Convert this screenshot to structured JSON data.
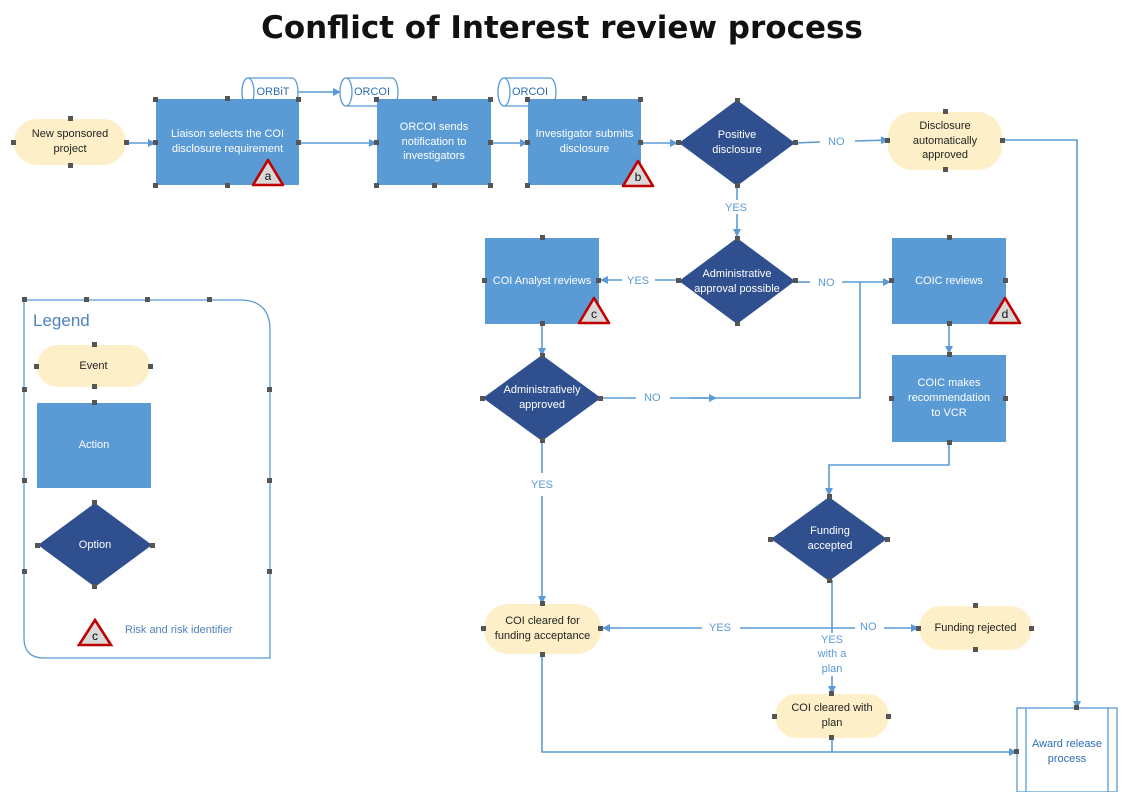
{
  "title": "Conflict of Interest review process",
  "nodes": {
    "new_project": "New sponsored project",
    "liaison": "Liaison selects the COI disclosure requirement",
    "orcoi_sends": "ORCOI sends notification to investigators",
    "investigator_submits": "Investigator submits disclosure",
    "positive": "Positive disclosure",
    "auto_approved": "Disclosure automatically approved",
    "admin_possible": "Administrative approval possible",
    "analyst_reviews": "COI Analyst reviews",
    "coic_reviews": "COIC reviews",
    "admin_approved": "Administratively approved",
    "coic_recommend": "COIC makes recommendation to VCR",
    "funding_accepted": "Funding accepted",
    "cleared_funding": "COI cleared for funding acceptance",
    "funding_rejected": "Funding rejected",
    "cleared_plan": "COI cleared with plan",
    "award_release": "Award release process"
  },
  "systems": {
    "orbit": "ORBiT",
    "orcoi_1": "ORCOI",
    "orcoi_2": "ORCOI"
  },
  "flow_labels": {
    "no_1": "NO",
    "yes_1": "YES",
    "yes_2": "YES",
    "no_2": "NO",
    "no_3": "NO",
    "yes_3": "YES",
    "yes_4": "YES",
    "no_4": "NO",
    "yes_plan": "YES\nwith a\nplan"
  },
  "risks": {
    "a": "a",
    "b": "b",
    "c": "c",
    "d": "d"
  },
  "legend": {
    "title": "Legend",
    "event": "Event",
    "action": "Action",
    "option": "Option",
    "risk_marker": "c",
    "risk_label": "Risk and risk identifier"
  },
  "colors": {
    "event_fill": "#fdf0c8",
    "action_fill": "#5b9bd5",
    "option_fill": "#2f4f8f",
    "connector": "#5b9bd5",
    "risk_red": "#c00000"
  }
}
